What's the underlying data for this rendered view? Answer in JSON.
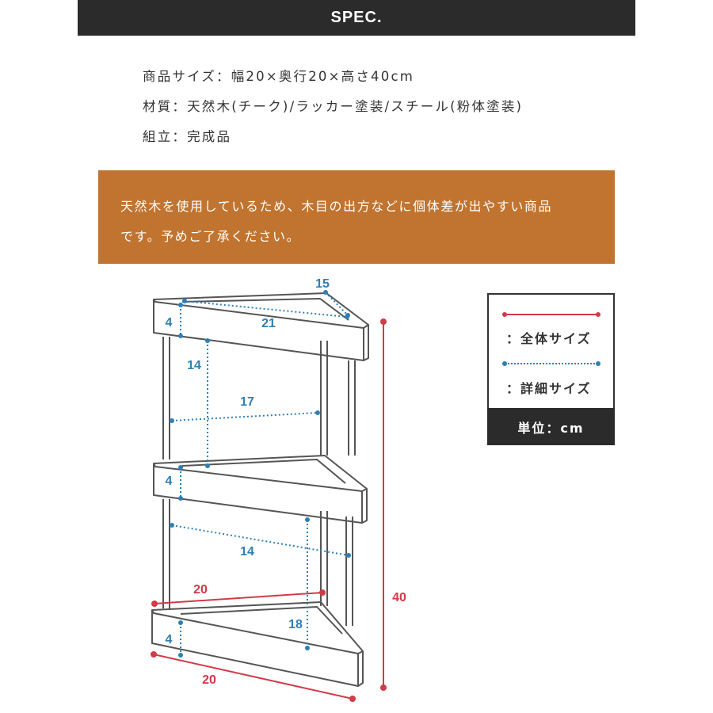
{
  "header": {
    "title": "SPEC."
  },
  "spec": {
    "lines": [
      "商品サイズ：幅20×奥行20×高さ40cm",
      "材質：天然木(チーク)/ラッカー塗装/スチール(粉体塗装)",
      "組立：完成品"
    ]
  },
  "notice": {
    "lines": [
      "天然木を使用しているため、木目の出方などに個体差が出やすい商品",
      "です。予めご了承ください。"
    ]
  },
  "dimensions": {
    "top_depth": "15",
    "top_width": "21",
    "shelf_thickness_top": "4",
    "gap_height_upper": "14",
    "inner_width_upper": "17",
    "shelf_thickness_middle": "4",
    "inner_width_lower": "14",
    "bottom_width_upper": "20",
    "gap_height_lower": "18",
    "shelf_thickness_bottom": "4",
    "bottom_width": "20",
    "total_height": "40"
  },
  "legend": {
    "total_label": "：全体サイズ",
    "detail_label": "：詳細サイズ",
    "unit": "単位：cm"
  },
  "colors": {
    "header_bg": "#2b2b2b",
    "notice_bg": "#c07430",
    "total_line": "#d23a48",
    "detail_line": "#2e7fb6"
  }
}
